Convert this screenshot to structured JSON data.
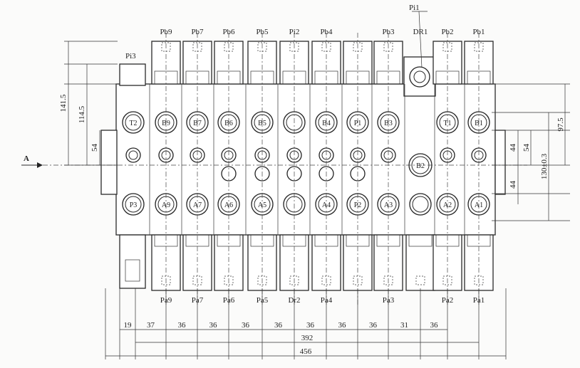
{
  "labels": {
    "pi1": "Pi1",
    "pi3": "Pi3",
    "arrow_a": "A",
    "top": [
      "Pb9",
      "Pb7",
      "Pb6",
      "Pb5",
      "Pi2",
      "Pb4",
      "Pb3",
      "DR1",
      "Pb2",
      "Pb1"
    ],
    "bottom": [
      "Pa9",
      "Pa7",
      "Pa6",
      "Pa5",
      "Dr2",
      "Pa4",
      "Pa3",
      "Pa2",
      "Pa1"
    ],
    "ports_top": [
      "T2",
      "B9",
      "B7",
      "B6",
      "B5",
      "B4",
      "P1",
      "B3",
      "T1",
      "B1"
    ],
    "ports_mid": [
      "B2"
    ],
    "ports_bottom": [
      "P3",
      "A9",
      "A7",
      "A6",
      "A5",
      "A4",
      "P2",
      "A3",
      "A2",
      "A1"
    ]
  },
  "dimensions": {
    "left_vertical": [
      "141.5",
      "114.5",
      "54"
    ],
    "right_vertical": [
      "97.5",
      "54",
      "130±0.3",
      "44",
      "44"
    ],
    "bottom_chain": [
      "19",
      "37",
      "36",
      "36",
      "36",
      "36",
      "36",
      "36",
      "36",
      "31",
      "36"
    ],
    "overall_392": "392",
    "overall_456": "456"
  }
}
